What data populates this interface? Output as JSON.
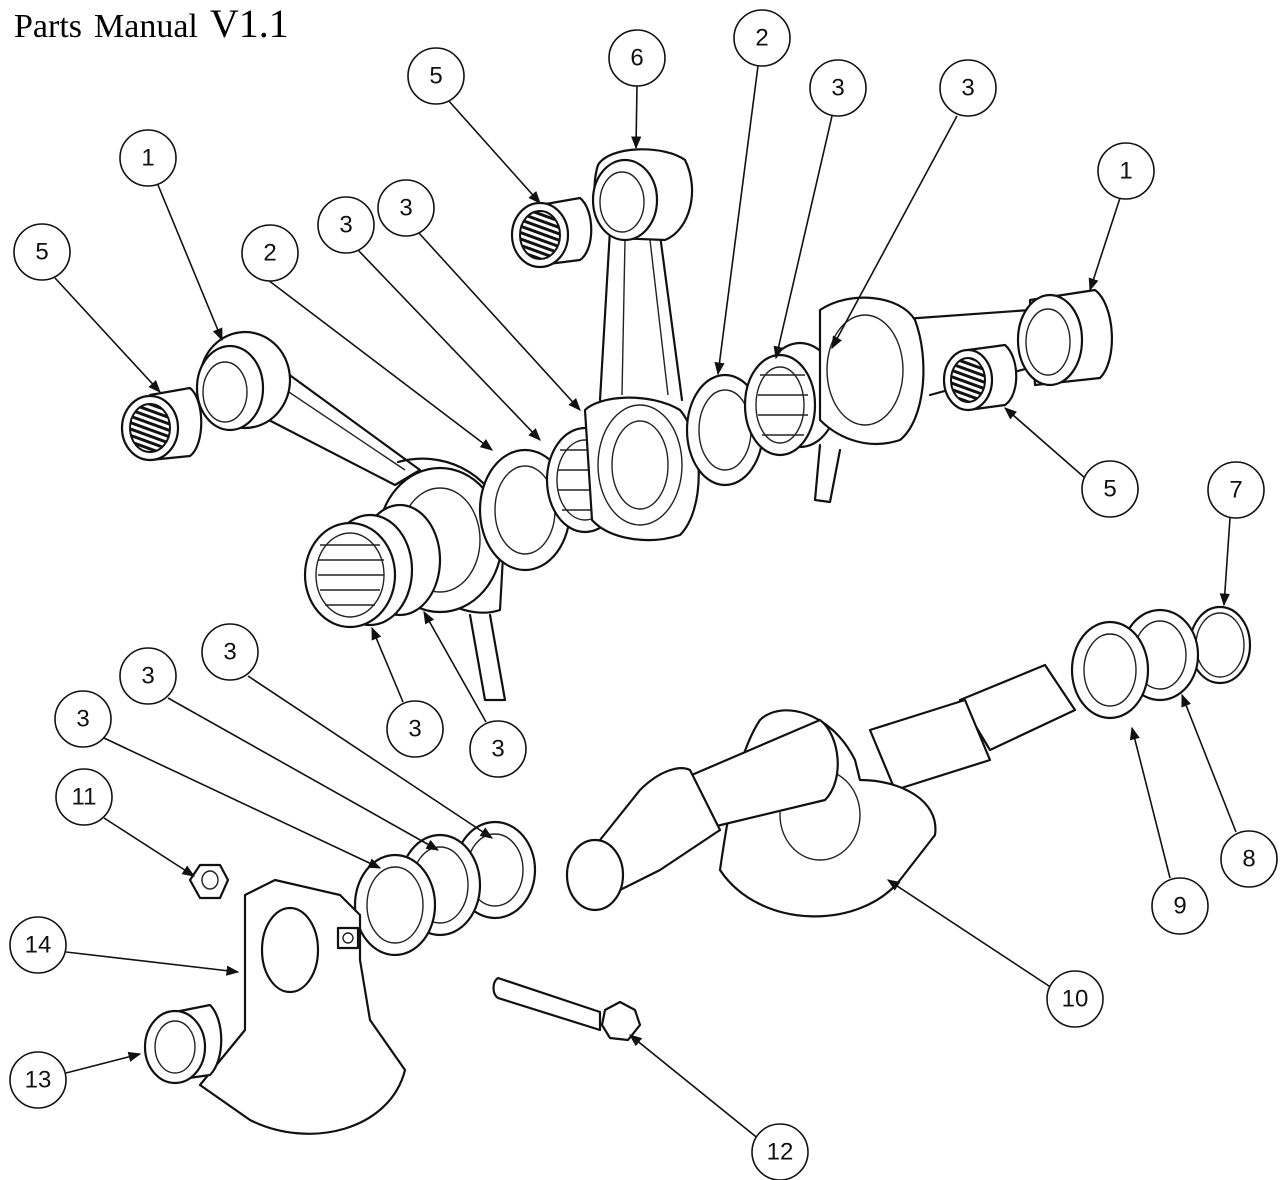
{
  "header": {
    "title_words": [
      "Parts",
      "Manual",
      "V1.1"
    ]
  },
  "callouts": [
    {
      "id": "c1",
      "label": "1"
    },
    {
      "id": "c2",
      "label": "2"
    },
    {
      "id": "c3",
      "label": "3"
    },
    {
      "id": "c4",
      "label": "3"
    },
    {
      "id": "c5",
      "label": "5"
    },
    {
      "id": "c6",
      "label": "5"
    },
    {
      "id": "c7",
      "label": "6"
    },
    {
      "id": "c8",
      "label": "2"
    },
    {
      "id": "c9",
      "label": "3"
    },
    {
      "id": "c10",
      "label": "3"
    },
    {
      "id": "c11",
      "label": "1"
    },
    {
      "id": "c12",
      "label": "5"
    },
    {
      "id": "c13",
      "label": "7"
    },
    {
      "id": "c14",
      "label": "3"
    },
    {
      "id": "c15",
      "label": "3"
    },
    {
      "id": "c16",
      "label": "3"
    },
    {
      "id": "c17",
      "label": "3"
    },
    {
      "id": "c18",
      "label": "3"
    },
    {
      "id": "c19",
      "label": "11"
    },
    {
      "id": "c20",
      "label": "14"
    },
    {
      "id": "c21",
      "label": "13"
    },
    {
      "id": "c22",
      "label": "12"
    },
    {
      "id": "c23",
      "label": "10"
    },
    {
      "id": "c24",
      "label": "9"
    },
    {
      "id": "c25",
      "label": "8"
    }
  ]
}
